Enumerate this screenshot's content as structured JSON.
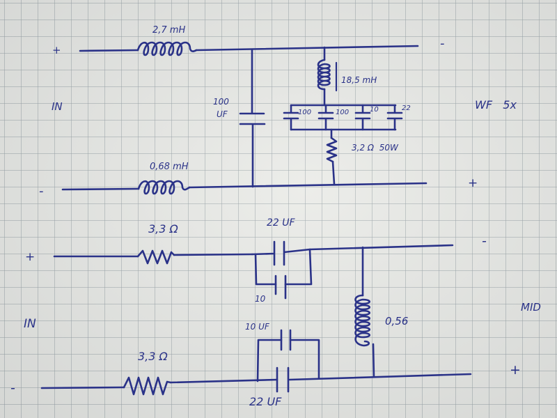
{
  "filter_wf": {
    "in_plus": "+",
    "in_minus": "-",
    "in_label": "IN",
    "out_minus": "-",
    "out_plus": "+",
    "out_label": "WF   5x",
    "l1": "2,7 mH",
    "l2": "0,68 mH",
    "c_main_top": "100",
    "c_main_bottom": "UF",
    "l_notch": "18,5 mH",
    "c_notch": [
      "100",
      "100",
      "10",
      "22"
    ],
    "r_notch": "3,2 Ω  50W"
  },
  "filter_mid": {
    "in_plus": "+",
    "in_minus": "-",
    "in_label": "IN",
    "out_minus": "-",
    "out_plus": "+",
    "out_label": "MID",
    "r_top": "3,3 Ω",
    "r_bottom": "3,3 Ω",
    "c_top_a": "22 UF",
    "c_top_b": "10",
    "c_bot_a": "10 UF",
    "c_bot_b": "22 UF",
    "l_shunt": "0,56"
  },
  "colors": {
    "ink": "#2a3288",
    "paper": "#e9eae6",
    "grid": "#969fa5"
  }
}
